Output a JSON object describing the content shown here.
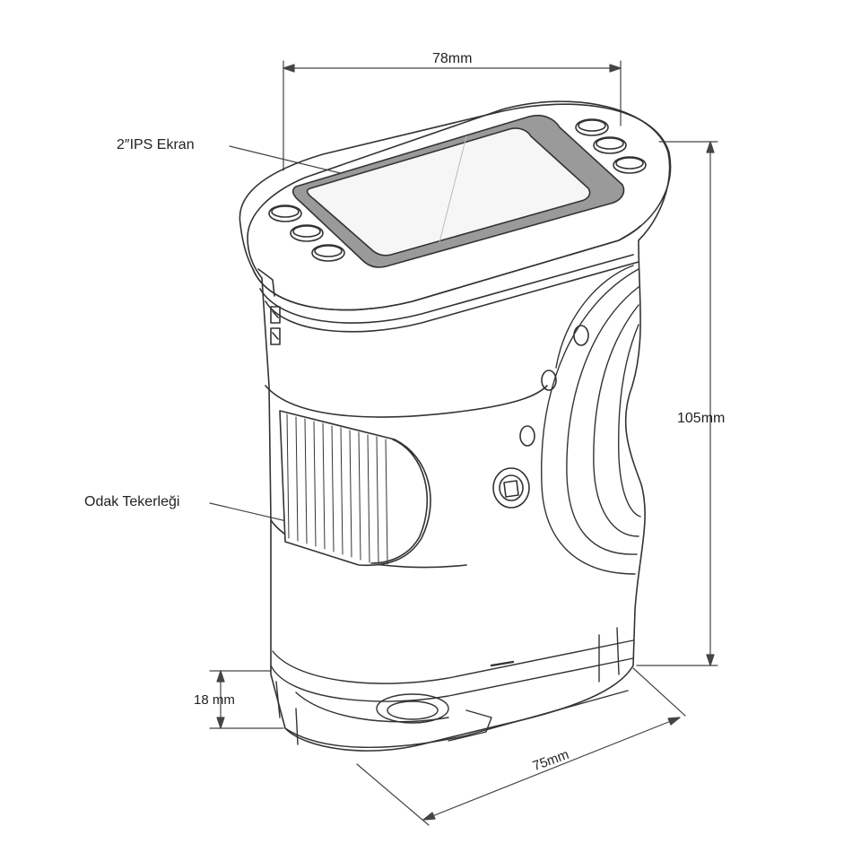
{
  "labels": {
    "width": "78mm",
    "screen": "2″IPS Ekran",
    "height": "105mm",
    "focus_wheel": "Odak Tekerleği",
    "base_height": "18 mm",
    "depth": "75mm"
  },
  "colors": {
    "line": "#333333",
    "screen_bezel": "#9a9a9a",
    "screen_glass": "#f6f6f6",
    "background": "#ffffff"
  }
}
